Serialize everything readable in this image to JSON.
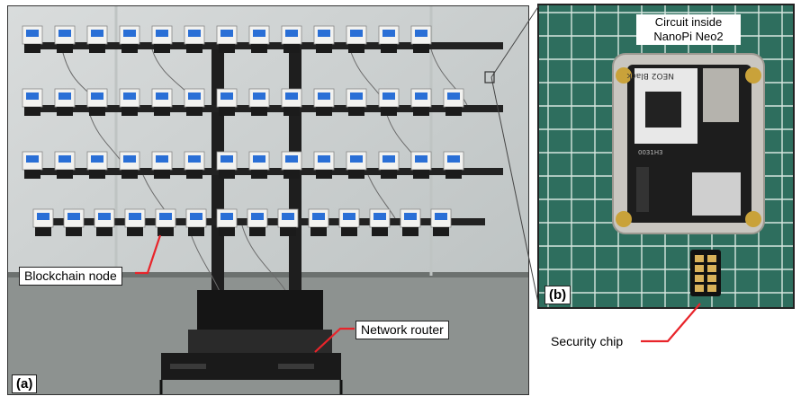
{
  "panel_a": {
    "tag": "(a)",
    "blockchain_node_label": "Blockchain node",
    "network_router_label": "Network router"
  },
  "panel_b": {
    "tag": "(b)",
    "caption_line1": "Circuit inside",
    "caption_line2": "NanoPi Neo2",
    "board_text": "NEO2 Black",
    "serial_text": "0031H3"
  },
  "security_chip_label": "Security chip",
  "colors": {
    "callout": "#e8242a",
    "cutting_mat": "#2e6e5e",
    "grid": "#e9f3ee"
  }
}
